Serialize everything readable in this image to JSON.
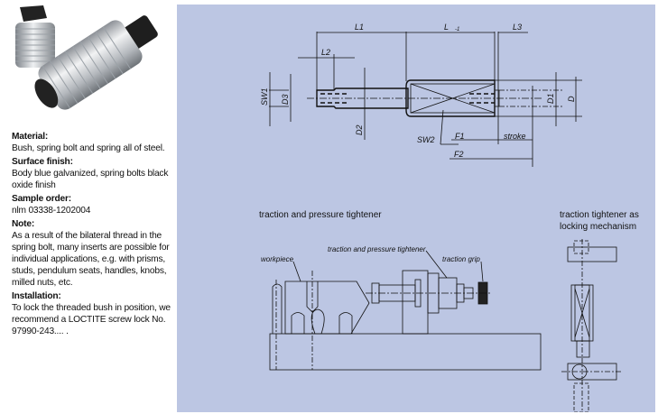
{
  "info": {
    "material_heading": "Material:",
    "material_text": "Bush, spring bolt and spring all of steel.",
    "surface_heading": "Surface finish:",
    "surface_text": "Body blue galvanized, spring bolts black oxide finish",
    "sample_heading": "Sample order:",
    "sample_text": "nlm 03338-1202004",
    "note_heading": "Note:",
    "note_text": "As a result of the bilateral thread in the spring bolt, many inserts are possible for individual applications, e.g. with prisms, studs, pendulum seats, handles, knobs, milled nuts, etc.",
    "installation_heading": "Installation:",
    "installation_text": "To lock the threaded bush in position, we recommend a LOCTITE screw lock No. 97990-243.... ."
  },
  "drawing": {
    "dims": {
      "L1": "L1",
      "L": "L",
      "L_sub": "-1",
      "L3": "L3",
      "L2": "L2",
      "SW1": "SW1",
      "D3": "D3",
      "D2": "D2",
      "SW2": "SW2",
      "F1": "F1",
      "stroke": "stroke",
      "F2": "F2",
      "D1": "D1",
      "D": "D"
    }
  },
  "captions": {
    "traction_pressure": "traction and pressure tightener",
    "locking_line1": "traction tightener as",
    "locking_line2": "locking mechanism"
  },
  "labels": {
    "workpiece": "workpiece",
    "tightener": "traction and pressure tightener",
    "grip": "traction grip"
  },
  "colors": {
    "panel": "#bcc6e3"
  }
}
